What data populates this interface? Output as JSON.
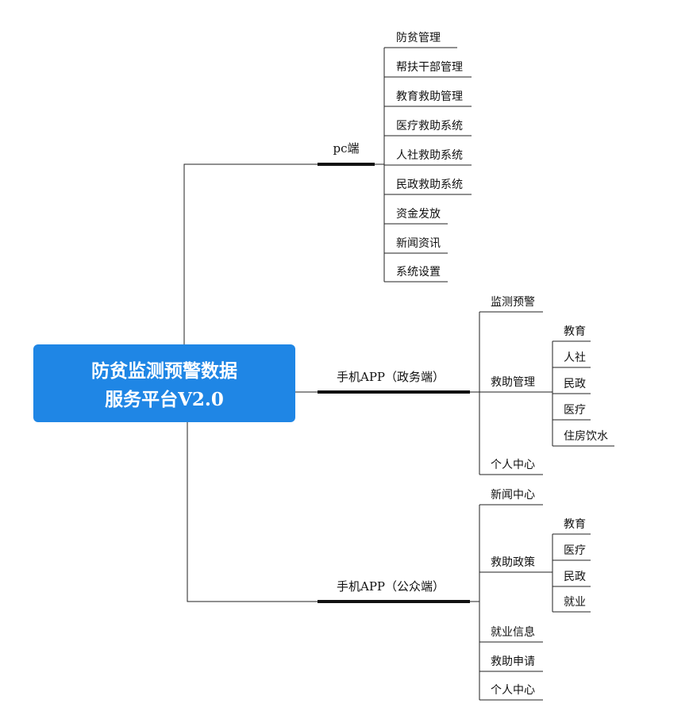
{
  "root": {
    "line1": "防贫监测预警数据",
    "line2": "服务平台V2.0",
    "color": "#1f86e5"
  },
  "branches": {
    "pc": {
      "label": "pc端",
      "items": [
        "防贫管理",
        "帮扶干部管理",
        "教育救助管理",
        "医疗救助系统",
        "人社救助系统",
        "民政救助系统",
        "资金发放",
        "新闻资讯",
        "系统设置"
      ]
    },
    "gov": {
      "label": "手机APP（政务端）",
      "items": [
        "监测预警",
        "救助管理",
        "个人中心"
      ],
      "sub": [
        "教育",
        "人社",
        "民政",
        "医疗",
        "住房饮水"
      ]
    },
    "public": {
      "label": "手机APP（公众端）",
      "items": [
        "新闻中心",
        "救助政策",
        "就业信息",
        "救助申请",
        "个人中心"
      ],
      "sub": [
        "教育",
        "医疗",
        "民政",
        "就业"
      ]
    }
  }
}
